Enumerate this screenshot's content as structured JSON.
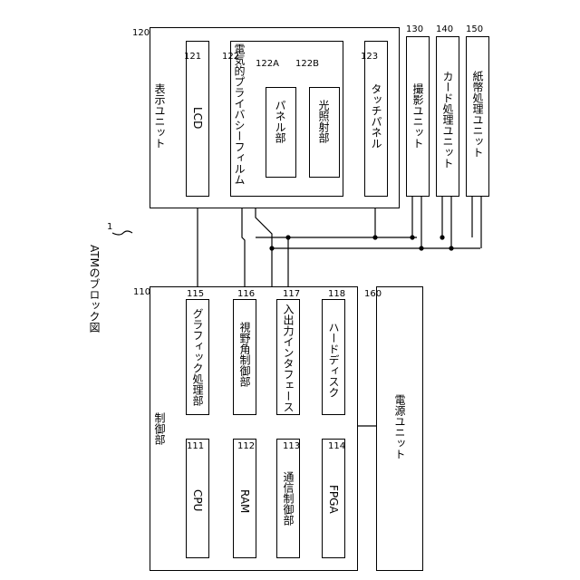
{
  "figure_title": "ATMのブロック図",
  "figure_ref": "1",
  "display_unit": {
    "ref": "120",
    "label": "表示ユニット",
    "lcd": {
      "ref": "121",
      "label": "LCD"
    },
    "privacy_film": {
      "ref": "122",
      "label": "電気的プライバシーフィルム",
      "panel": {
        "ref": "122A",
        "label": "パネル部"
      },
      "light": {
        "ref": "122B",
        "label": "光照射部"
      }
    },
    "touch_panel": {
      "ref": "123",
      "label": "タッチパネル"
    }
  },
  "camera_unit": {
    "ref": "130",
    "label": "撮影ユニット"
  },
  "card_unit": {
    "ref": "140",
    "label": "カード処理ユニット"
  },
  "bill_unit": {
    "ref": "150",
    "label": "紙幣処理ユニット"
  },
  "control_unit": {
    "ref": "110",
    "label": "制御部",
    "graphics": {
      "ref": "115",
      "label": "グラフィック処理部"
    },
    "view_angle": {
      "ref": "116",
      "label": "視野角制御部"
    },
    "io_interface": {
      "ref": "117",
      "label": "入出力インタフェース"
    },
    "hard_disk": {
      "ref": "118",
      "label": "ハードディスク"
    },
    "cpu": {
      "ref": "111",
      "label": "CPU"
    },
    "ram": {
      "ref": "112",
      "label": "RAM"
    },
    "comm": {
      "ref": "113",
      "label": "通信制御部"
    },
    "fpga": {
      "ref": "114",
      "label": "FPGA"
    }
  },
  "power_unit": {
    "ref": "160",
    "label": "電源ユニット"
  }
}
